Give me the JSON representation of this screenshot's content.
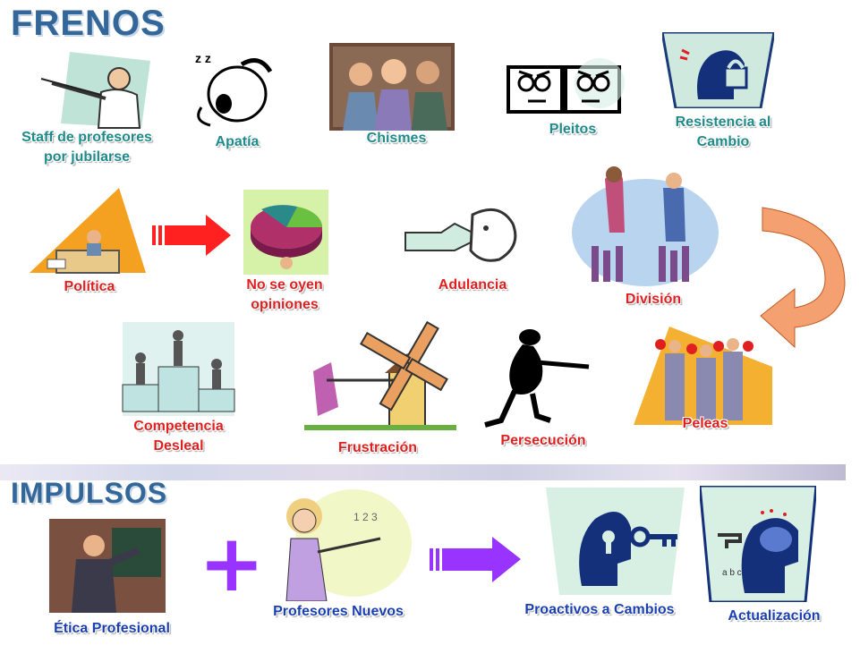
{
  "frenos": {
    "title": "FRENOS",
    "items": [
      {
        "label": "Staff de profesores por jubilarse"
      },
      {
        "label": "Apatía"
      },
      {
        "label": "Chismes"
      },
      {
        "label": "Pleitos"
      },
      {
        "label": "Resistencia al Cambio"
      },
      {
        "label": "Política"
      },
      {
        "label": "No se oyen opiniones"
      },
      {
        "label": "Adulancia"
      },
      {
        "label": "División"
      },
      {
        "label": "Competencia Desleal"
      },
      {
        "label": "Frustración"
      },
      {
        "label": "Persecución"
      },
      {
        "label": "Peleas"
      }
    ]
  },
  "impulsos": {
    "title": "IMPULSOS",
    "items": [
      {
        "label": "Ética Profesional"
      },
      {
        "label": "Profesores Nuevos"
      },
      {
        "label": "Proactivos a Cambios"
      },
      {
        "label": "Actualización"
      }
    ],
    "plus_sign": "+"
  },
  "colors": {
    "heading": "#336699",
    "teal_label": "#1f8a8a",
    "red_label": "#e02020",
    "blue_label": "#1a3fb0",
    "red_arrow": "#ff2020",
    "purple_arrow": "#9933ff",
    "curved_arrow": "#f4a070"
  }
}
